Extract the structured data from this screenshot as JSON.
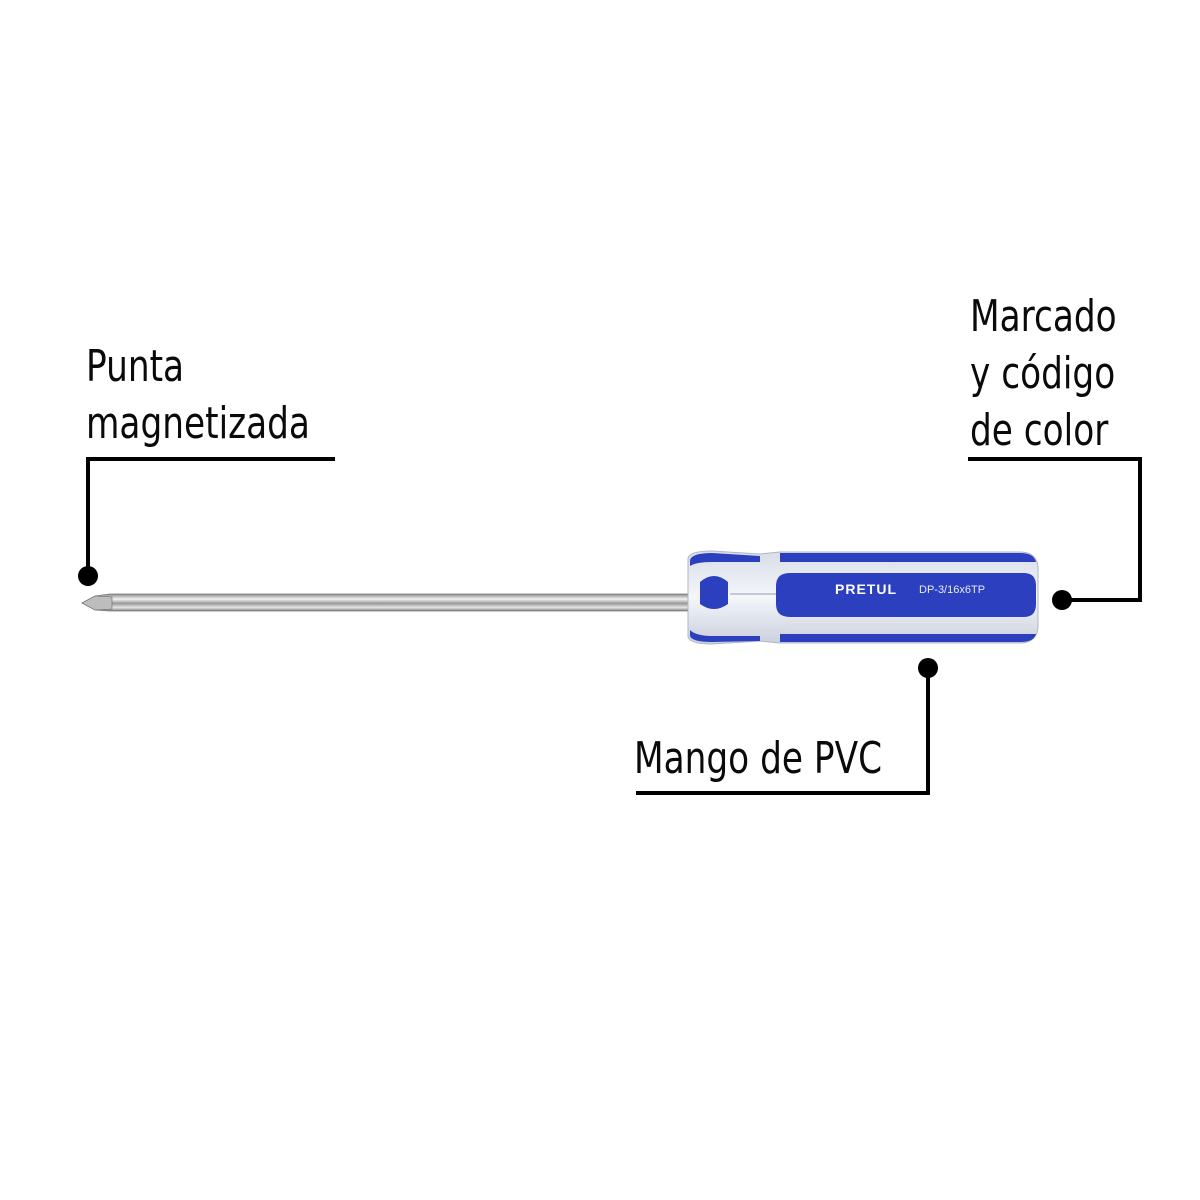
{
  "callouts": {
    "tip": {
      "lines": [
        "Punta",
        "magnetizada"
      ]
    },
    "marking": {
      "lines": [
        "Marcado",
        "y código",
        "de color"
      ]
    },
    "handle": {
      "lines": [
        "Mango de PVC"
      ]
    }
  },
  "product": {
    "brand": "PRETUL",
    "model": "DP-3/16x6TP",
    "handle_color": "#2b3fbf",
    "shaft_color": "#c8c8c8"
  }
}
